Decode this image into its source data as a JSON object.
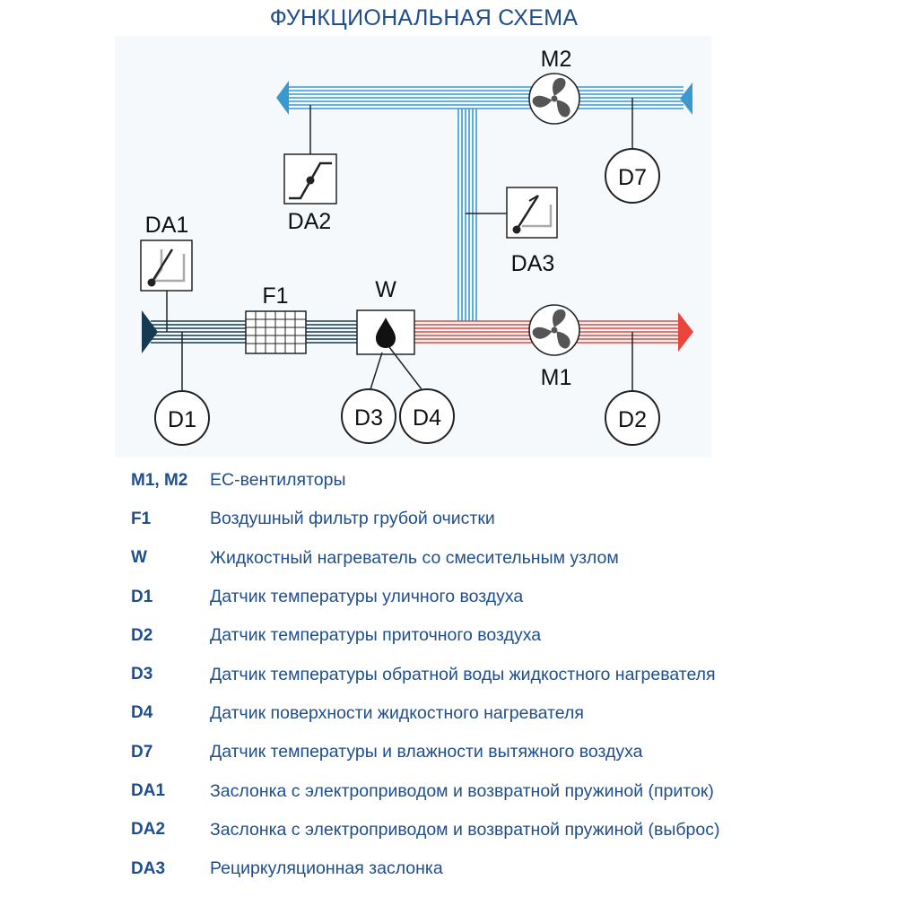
{
  "title": "ФУНКЦИОНАЛЬНАЯ СХЕМА",
  "components": {
    "m1": "M1",
    "m2": "M2",
    "f1": "F1",
    "w": "W",
    "d1": "D1",
    "d2": "D2",
    "d3": "D3",
    "d4": "D4",
    "d7": "D7",
    "da1": "DA1",
    "da2": "DA2",
    "da3": "DA3"
  },
  "colors": {
    "title": "#1f4e8c",
    "outdoor_air": "#153a52",
    "exhaust_air": "#3a9ad0",
    "supply_air": "#e8463c"
  },
  "icons": {
    "fan": "fan-icon",
    "water_drop": "water-drop-icon",
    "damper": "damper-icon"
  },
  "legend": [
    {
      "code": "M1, M2",
      "desc": "ЕС-вентиляторы"
    },
    {
      "code": "F1",
      "desc": "Воздушный фильтр грубой очистки"
    },
    {
      "code": "W",
      "desc": "Жидкостный нагреватель со смесительным узлом"
    },
    {
      "code": "D1",
      "desc": "Датчик температуры уличного воздуха"
    },
    {
      "code": "D2",
      "desc": "Датчик температуры приточного воздуха"
    },
    {
      "code": "D3",
      "desc": "Датчик температуры обратной воды жидкостного нагревателя"
    },
    {
      "code": "D4",
      "desc": "Датчик поверхности жидкостного нагревателя"
    },
    {
      "code": "D7",
      "desc": "Датчик температуры и влажности вытяжного воздуха"
    },
    {
      "code": "DA1",
      "desc": "Заслонка с электроприводом и возвратной пружиной (приток)"
    },
    {
      "code": "DA2",
      "desc": "Заслонка с электроприводом и возвратной пружиной (выброс)"
    },
    {
      "code": "DA3",
      "desc": "Рециркуляционная заслонка"
    }
  ]
}
